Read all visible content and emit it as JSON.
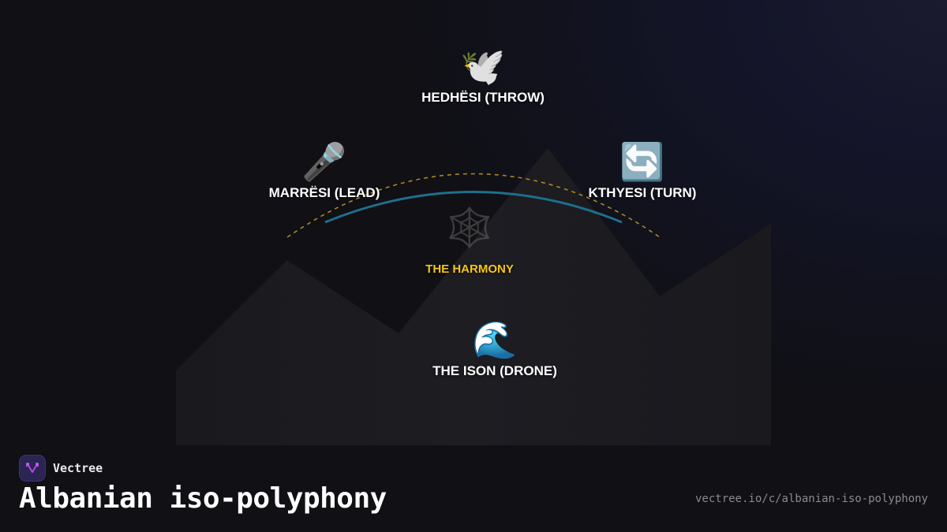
{
  "diagram": {
    "title": "Albanian iso-polyphony",
    "nodes": {
      "throw": {
        "icon": "dove-icon",
        "emoji": "🕊️",
        "label": "HEDHËSI (THROW)"
      },
      "lead": {
        "icon": "microphone-icon",
        "emoji": "🎤",
        "label": "MARRËSI (LEAD)"
      },
      "turn": {
        "icon": "arrows-counterclockwise-icon",
        "emoji": "🔄",
        "label": "KTHYESI (TURN)"
      },
      "harmony": {
        "icon": "spider-web-icon",
        "emoji": "🕸️",
        "label": "THE HARMONY"
      },
      "ison": {
        "icon": "water-wave-icon",
        "emoji": "🌊",
        "label": "THE ISON (DRONE)"
      }
    },
    "arcs": [
      {
        "name": "dashed-arc",
        "style": "dashed",
        "color": "#b8961e"
      },
      {
        "name": "solid-arc",
        "style": "solid",
        "color": "#1e6f8c"
      }
    ],
    "colors": {
      "background": "#101015",
      "mountain": "#1c1c21",
      "harmony_label": "#f5c518",
      "node_label": "#ffffff"
    }
  },
  "footer": {
    "brand_name": "Vectree",
    "title": "Albanian iso-polyphony",
    "url": "vectree.io/c/albanian-iso-polyphony"
  }
}
